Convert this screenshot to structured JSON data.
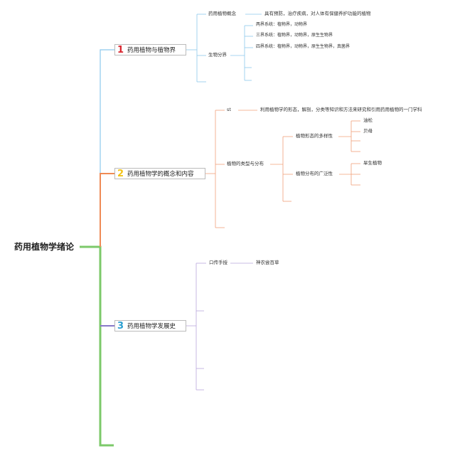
{
  "root": {
    "label": "药用植物学绪论"
  },
  "branches": [
    {
      "number": "1",
      "label": "药用植物与植物界",
      "color": "#7fbfe8",
      "number_color": "#d9262f",
      "items": {
        "concept_label": "药用植物概念",
        "concept_desc": "具有预防，治疗疾病，对人体有保健养护功能的植物",
        "classification_label": "生物分界",
        "kingdom_systems": [
          "两界系统：植物界，动物界",
          "三界系统：植物界，动物界，原生生物界",
          "四界系统：植物界，动物界，原生生物界，真菌界"
        ]
      }
    },
    {
      "number": "2",
      "label": "药用植物学的概念和内容",
      "color": "#f0a07a",
      "number_color": "#f2c318",
      "items": {
        "def_label": "st",
        "def_desc": "利用植物学的形态，解剖，分类等知识和方法来研究和引用药用植物的一门学科",
        "types_label": "植物的类型与分布",
        "diversity_label": "植物形态的多样性",
        "diversity_items": [
          "油松",
          "贝母"
        ],
        "distribution_label": "植物分布的广泛性",
        "distribution_items": [
          "旱生植物"
        ]
      }
    },
    {
      "number": "3",
      "label": "药用植物学发展史",
      "color": "#b9a6dc",
      "number_color": "#2a9fd0",
      "items": {
        "oral_label": "口传手授",
        "oral_item": "神农尝百草"
      }
    }
  ],
  "colors": {
    "main_trunk": "#7cc96a",
    "branch2_trunk": "#ef8a55",
    "branch3_link": "#8878c8"
  }
}
